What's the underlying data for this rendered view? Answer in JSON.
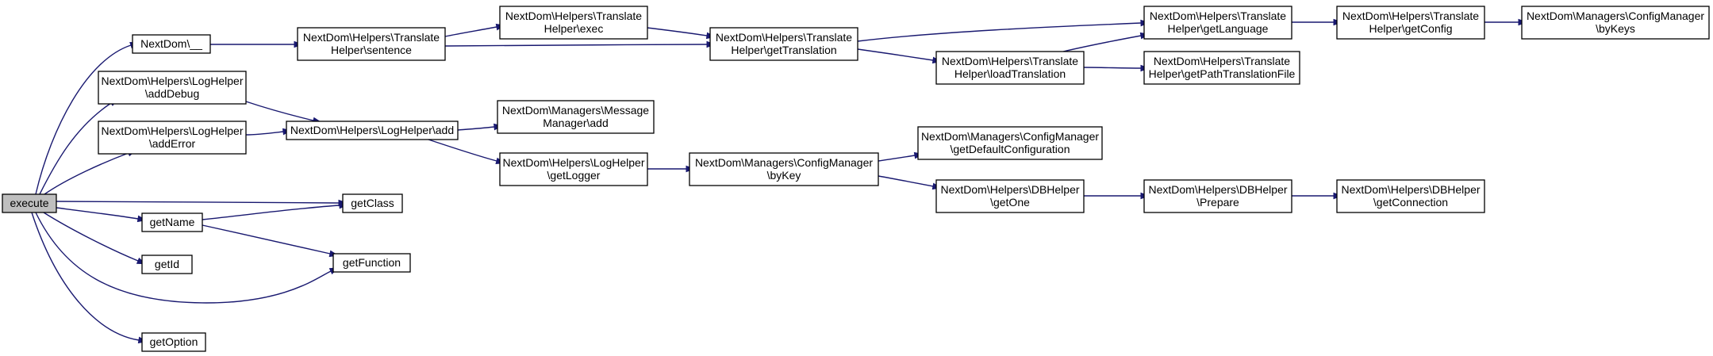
{
  "nodes": [
    {
      "id": "execute",
      "lines": [
        "execute"
      ],
      "root": true
    },
    {
      "id": "nd_underscore",
      "lines": [
        "NextDom\\__"
      ]
    },
    {
      "id": "log_adddebug",
      "lines": [
        "NextDom\\Helpers\\LogHelper",
        "\\addDebug"
      ]
    },
    {
      "id": "log_adderror",
      "lines": [
        "NextDom\\Helpers\\LogHelper",
        "\\addError"
      ]
    },
    {
      "id": "getname",
      "lines": [
        "getName"
      ]
    },
    {
      "id": "getid",
      "lines": [
        "getId"
      ]
    },
    {
      "id": "getoption",
      "lines": [
        "getOption"
      ]
    },
    {
      "id": "tr_sentence",
      "lines": [
        "NextDom\\Helpers\\Translate",
        "Helper\\sentence"
      ]
    },
    {
      "id": "log_add",
      "lines": [
        "NextDom\\Helpers\\LogHelper\\add"
      ]
    },
    {
      "id": "getclass",
      "lines": [
        "getClass"
      ]
    },
    {
      "id": "getfunction",
      "lines": [
        "getFunction"
      ]
    },
    {
      "id": "tr_exec",
      "lines": [
        "NextDom\\Helpers\\Translate",
        "Helper\\exec"
      ]
    },
    {
      "id": "msg_add",
      "lines": [
        "NextDom\\Managers\\Message",
        "Manager\\add"
      ]
    },
    {
      "id": "log_getlogger",
      "lines": [
        "NextDom\\Helpers\\LogHelper",
        "\\getLogger"
      ]
    },
    {
      "id": "tr_gettranslation",
      "lines": [
        "NextDom\\Helpers\\Translate",
        "Helper\\getTranslation"
      ]
    },
    {
      "id": "cfg_bykey",
      "lines": [
        "NextDom\\Managers\\ConfigManager",
        "\\byKey"
      ]
    },
    {
      "id": "tr_loadtranslation",
      "lines": [
        "NextDom\\Helpers\\Translate",
        "Helper\\loadTranslation"
      ]
    },
    {
      "id": "cfg_getdefault",
      "lines": [
        "NextDom\\Managers\\ConfigManager",
        "\\getDefaultConfiguration"
      ]
    },
    {
      "id": "db_getone",
      "lines": [
        "NextDom\\Helpers\\DBHelper",
        "\\getOne"
      ]
    },
    {
      "id": "tr_getlanguage",
      "lines": [
        "NextDom\\Helpers\\Translate",
        "Helper\\getLanguage"
      ]
    },
    {
      "id": "tr_getpath",
      "lines": [
        "NextDom\\Helpers\\Translate",
        "Helper\\getPathTranslationFile"
      ]
    },
    {
      "id": "db_prepare",
      "lines": [
        "NextDom\\Helpers\\DBHelper",
        "\\Prepare"
      ]
    },
    {
      "id": "tr_getconfig",
      "lines": [
        "NextDom\\Helpers\\Translate",
        "Helper\\getConfig"
      ]
    },
    {
      "id": "db_getconnection",
      "lines": [
        "NextDom\\Helpers\\DBHelper",
        "\\getConnection"
      ]
    },
    {
      "id": "cfg_bykeys",
      "lines": [
        "NextDom\\Managers\\ConfigManager",
        "\\byKeys"
      ]
    }
  ],
  "edges": [
    [
      "execute",
      "nd_underscore"
    ],
    [
      "execute",
      "log_adddebug"
    ],
    [
      "execute",
      "log_adderror"
    ],
    [
      "execute",
      "getclass"
    ],
    [
      "execute",
      "getname"
    ],
    [
      "execute",
      "getid"
    ],
    [
      "execute",
      "getfunction"
    ],
    [
      "execute",
      "getoption"
    ],
    [
      "nd_underscore",
      "tr_sentence"
    ],
    [
      "log_adddebug",
      "log_add"
    ],
    [
      "log_adderror",
      "log_add"
    ],
    [
      "getname",
      "getclass"
    ],
    [
      "getname",
      "getfunction"
    ],
    [
      "tr_sentence",
      "tr_exec"
    ],
    [
      "tr_sentence",
      "tr_gettranslation"
    ],
    [
      "tr_exec",
      "tr_gettranslation"
    ],
    [
      "log_add",
      "msg_add"
    ],
    [
      "log_add",
      "log_getlogger"
    ],
    [
      "log_getlogger",
      "cfg_bykey"
    ],
    [
      "tr_gettranslation",
      "tr_getlanguage"
    ],
    [
      "tr_gettranslation",
      "tr_loadtranslation"
    ],
    [
      "tr_loadtranslation",
      "tr_getlanguage"
    ],
    [
      "tr_loadtranslation",
      "tr_getpath"
    ],
    [
      "cfg_bykey",
      "cfg_getdefault"
    ],
    [
      "cfg_bykey",
      "db_getone"
    ],
    [
      "db_getone",
      "db_prepare"
    ],
    [
      "db_prepare",
      "db_getconnection"
    ],
    [
      "tr_getlanguage",
      "tr_getconfig"
    ],
    [
      "tr_getconfig",
      "cfg_bykeys"
    ]
  ]
}
